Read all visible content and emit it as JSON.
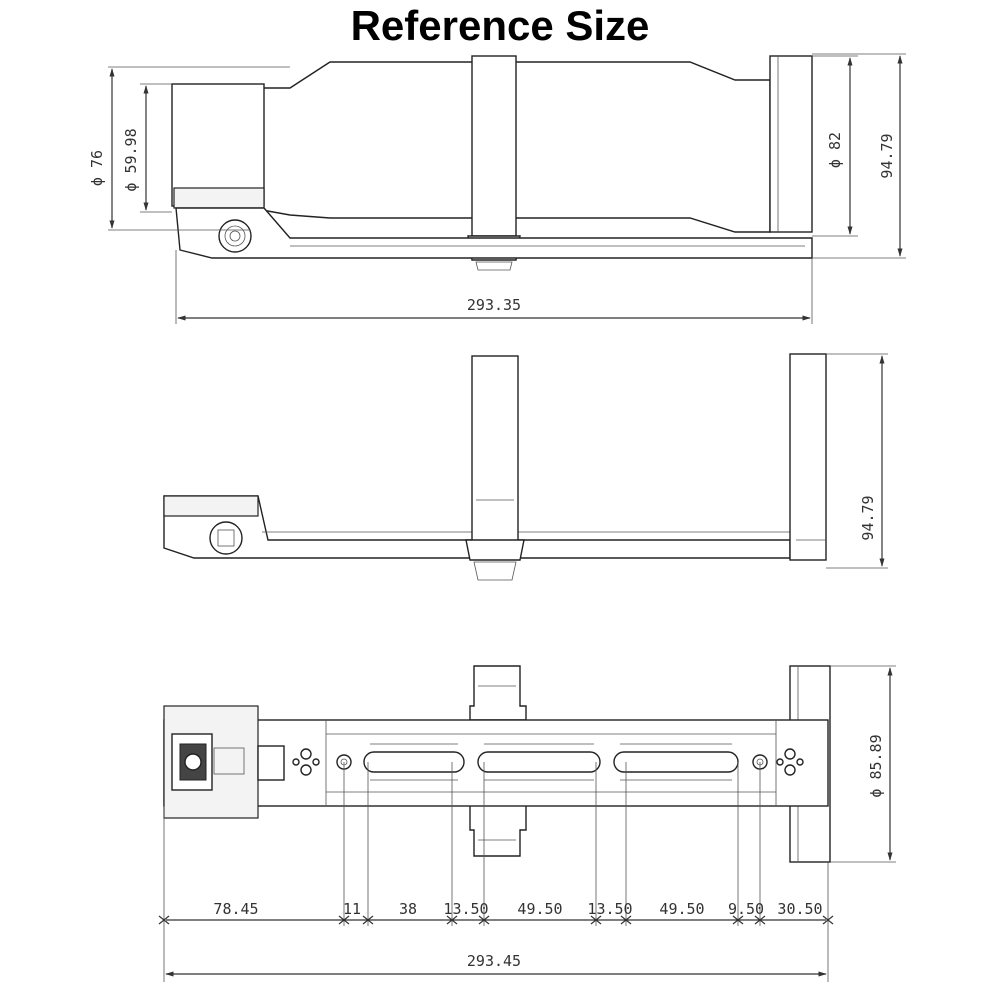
{
  "title": "Reference Size",
  "top_view": {
    "dim_diameter_76": "ϕ 76",
    "dim_diameter_59_98": "ϕ 59.98",
    "dim_diameter_82": "ϕ 82",
    "dim_height": "94.79",
    "dim_length": "293.35"
  },
  "side_view": {
    "dim_height": "94.79"
  },
  "bottom_view": {
    "dim_diameter_85_89": "ϕ 85.89",
    "segments": [
      "78.45",
      "11",
      "38",
      "13.50",
      "49.50",
      "13.50",
      "49.50",
      "9.50",
      "30.50"
    ],
    "dim_total": "293.45"
  }
}
